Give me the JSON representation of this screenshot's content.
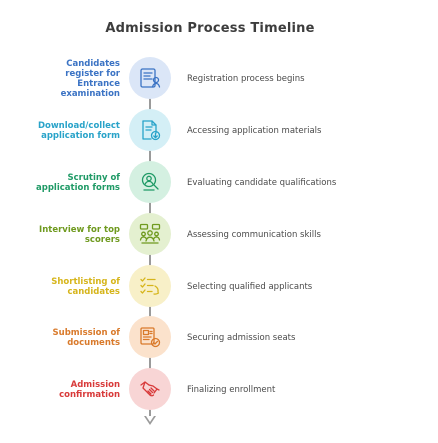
{
  "title": "Admission Process Timeline",
  "steps": [
    {
      "label_lines": [
        "Candidates",
        "register for",
        "Entrance",
        "examination"
      ],
      "description": "Registration process begins",
      "icon": "id-card-icon",
      "color": "#3b73c4",
      "bg": "#dbe6f7"
    },
    {
      "label_lines": [
        "Download/collect",
        "application form"
      ],
      "description": "Accessing application materials",
      "icon": "document-download-icon",
      "color": "#29a3c9",
      "bg": "#d4eff6"
    },
    {
      "label_lines": [
        "Scrutiny of",
        "application forms"
      ],
      "description": "Evaluating candidate qualifications",
      "icon": "user-search-icon",
      "color": "#1f9a66",
      "bg": "#d4f0e1"
    },
    {
      "label_lines": [
        "Interview for top",
        "scorers"
      ],
      "description": "Assessing communication skills",
      "icon": "interview-group-icon",
      "color": "#6f9a1f",
      "bg": "#e4f0d0"
    },
    {
      "label_lines": [
        "Shortlisting of",
        "candidates"
      ],
      "description": "Selecting qualified applicants",
      "icon": "checklist-icon",
      "color": "#d6b51b",
      "bg": "#f8f0c8"
    },
    {
      "label_lines": [
        "Submission of",
        "documents"
      ],
      "description": "Securing admission seats",
      "icon": "document-check-icon",
      "color": "#d97a2b",
      "bg": "#fbe2cc"
    },
    {
      "label_lines": [
        "Admission",
        "confirmation"
      ],
      "description": "Finalizing enrollment",
      "icon": "handshake-icon",
      "color": "#d83a3a",
      "bg": "#f8d5d5"
    }
  ]
}
